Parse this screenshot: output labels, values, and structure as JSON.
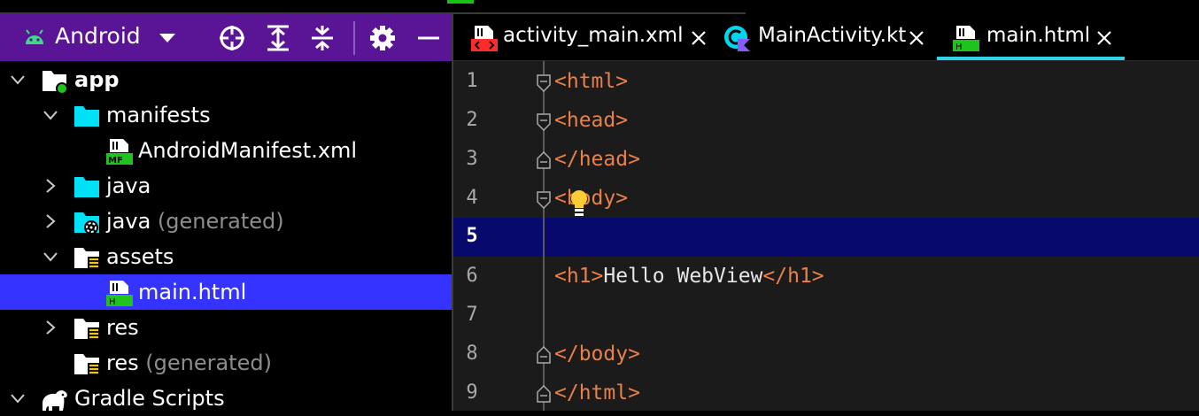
{
  "toolbar": {
    "view_label": "Android",
    "buttons": [
      "target-icon",
      "expand-all-icon",
      "collapse-all-icon",
      "gear-icon",
      "minimize-icon"
    ]
  },
  "tree": {
    "items": [
      {
        "label": "app",
        "suffix": "",
        "icon": "module-folder-icon",
        "expanded": true
      },
      {
        "label": "manifests",
        "suffix": "",
        "icon": "folder-icon",
        "expanded": true
      },
      {
        "label": "AndroidManifest.xml",
        "suffix": "",
        "icon": "manifest-file-icon",
        "expanded": null
      },
      {
        "label": "java",
        "suffix": "",
        "icon": "folder-icon",
        "expanded": false
      },
      {
        "label": "java",
        "suffix": " (generated)",
        "icon": "generated-folder-icon",
        "expanded": false
      },
      {
        "label": "assets",
        "suffix": "",
        "icon": "resource-folder-icon",
        "expanded": true
      },
      {
        "label": "main.html",
        "suffix": "",
        "icon": "html-file-icon",
        "expanded": null,
        "selected": true
      },
      {
        "label": "res",
        "suffix": "",
        "icon": "resource-folder-icon",
        "expanded": false
      },
      {
        "label": "res",
        "suffix": " (generated)",
        "icon": "resource-folder-icon",
        "expanded": null
      },
      {
        "label": "Gradle Scripts",
        "suffix": "",
        "icon": "gradle-icon",
        "expanded": true
      }
    ]
  },
  "tabs": [
    {
      "label": "activity_main.xml",
      "icon": "xml-layout-file-icon",
      "active": false
    },
    {
      "label": "MainActivity.kt",
      "icon": "kotlin-class-icon",
      "active": false
    },
    {
      "label": "main.html",
      "icon": "html-file-icon",
      "active": true
    }
  ],
  "editor": {
    "current_line": 5,
    "lines": [
      {
        "num": "1",
        "open": "<html>",
        "text": "",
        "close": ""
      },
      {
        "num": "2",
        "open": "<head>",
        "text": "",
        "close": ""
      },
      {
        "num": "3",
        "open": "</head>",
        "text": "",
        "close": ""
      },
      {
        "num": "4",
        "open": "<body>",
        "text": "",
        "close": ""
      },
      {
        "num": "5",
        "open": "",
        "text": "",
        "close": ""
      },
      {
        "num": "6",
        "open": "<h1>",
        "text": "Hello WebView",
        "close": "</h1>"
      },
      {
        "num": "7",
        "open": "",
        "text": "",
        "close": ""
      },
      {
        "num": "8",
        "open": "</body>",
        "text": "",
        "close": ""
      },
      {
        "num": "9",
        "open": "</html>",
        "text": "",
        "close": ""
      }
    ]
  },
  "colors": {
    "toolbar_bg": "#5a1596",
    "selection_bg": "#3533ff",
    "current_line_bg": "#070a6c",
    "tag_color": "#e9804a",
    "folder_color": "#00e1f5",
    "tab_underline": "#2dd5e8"
  }
}
